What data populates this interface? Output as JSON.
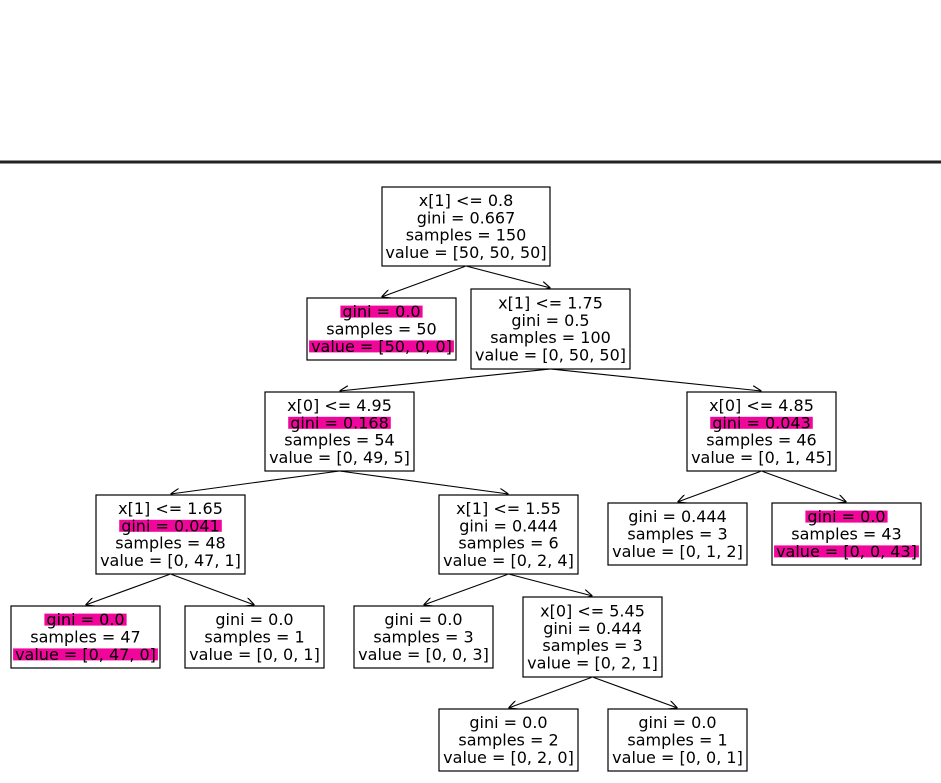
{
  "tree": {
    "colors": {
      "highlight": "#f0069a",
      "divider": "#222222",
      "text": "#000000",
      "background": "#ffffff"
    },
    "nodes": [
      {
        "id": "n0",
        "lines": [
          "x[1] <= 0.8",
          "gini = 0.667",
          "samples = 150",
          "value = [50, 50, 50]"
        ],
        "highlight": []
      },
      {
        "id": "n1",
        "lines": [
          "gini = 0.0",
          "samples = 50",
          "value = [50, 0, 0]"
        ],
        "highlight": [
          0,
          2
        ]
      },
      {
        "id": "n2",
        "lines": [
          "x[1] <= 1.75",
          "gini = 0.5",
          "samples = 100",
          "value = [0, 50, 50]"
        ],
        "highlight": []
      },
      {
        "id": "n3",
        "lines": [
          "x[0] <= 4.95",
          "gini = 0.168",
          "samples = 54",
          "value = [0, 49, 5]"
        ],
        "highlight": [
          1
        ]
      },
      {
        "id": "n4",
        "lines": [
          "x[0] <= 4.85",
          "gini = 0.043",
          "samples = 46",
          "value = [0, 1, 45]"
        ],
        "highlight": [
          1
        ]
      },
      {
        "id": "n5",
        "lines": [
          "x[1] <= 1.65",
          "gini = 0.041",
          "samples = 48",
          "value = [0, 47, 1]"
        ],
        "highlight": [
          1
        ]
      },
      {
        "id": "n6",
        "lines": [
          "x[1] <= 1.55",
          "gini = 0.444",
          "samples = 6",
          "value = [0, 2, 4]"
        ],
        "highlight": []
      },
      {
        "id": "n7",
        "lines": [
          "gini = 0.444",
          "samples = 3",
          "value = [0, 1, 2]"
        ],
        "highlight": []
      },
      {
        "id": "n8",
        "lines": [
          "gini = 0.0",
          "samples = 43",
          "value = [0, 0, 43]"
        ],
        "highlight": [
          0,
          2
        ]
      },
      {
        "id": "n9",
        "lines": [
          "gini = 0.0",
          "samples = 47",
          "value = [0, 47, 0]"
        ],
        "highlight": [
          0,
          2
        ]
      },
      {
        "id": "n10",
        "lines": [
          "gini = 0.0",
          "samples = 1",
          "value = [0, 0, 1]"
        ],
        "highlight": []
      },
      {
        "id": "n11",
        "lines": [
          "gini = 0.0",
          "samples = 3",
          "value = [0, 0, 3]"
        ],
        "highlight": []
      },
      {
        "id": "n12",
        "lines": [
          "x[0] <= 5.45",
          "gini = 0.444",
          "samples = 3",
          "value = [0, 2, 1]"
        ],
        "highlight": []
      },
      {
        "id": "n13",
        "lines": [
          "gini = 0.0",
          "samples = 2",
          "value = [0, 2, 0]"
        ],
        "highlight": []
      },
      {
        "id": "n14",
        "lines": [
          "gini = 0.0",
          "samples = 1",
          "value = [0, 0, 1]"
        ],
        "highlight": []
      }
    ],
    "edges": [
      [
        "n0",
        "n1"
      ],
      [
        "n0",
        "n2"
      ],
      [
        "n2",
        "n3"
      ],
      [
        "n2",
        "n4"
      ],
      [
        "n3",
        "n5"
      ],
      [
        "n3",
        "n6"
      ],
      [
        "n4",
        "n7"
      ],
      [
        "n4",
        "n8"
      ],
      [
        "n5",
        "n9"
      ],
      [
        "n5",
        "n10"
      ],
      [
        "n6",
        "n11"
      ],
      [
        "n6",
        "n12"
      ],
      [
        "n12",
        "n13"
      ],
      [
        "n12",
        "n14"
      ]
    ]
  }
}
